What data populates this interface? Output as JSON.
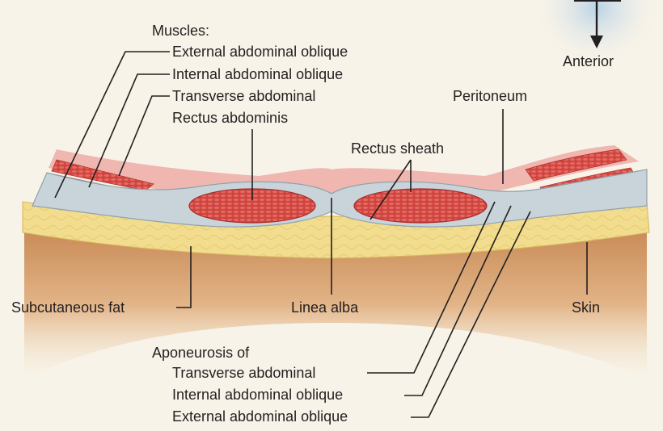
{
  "orientation": {
    "label": "Anterior",
    "arrow_icon": "arrow-down-icon"
  },
  "muscles": {
    "heading": "Muscles:",
    "items": [
      "External abdominal oblique",
      "Internal abdominal oblique",
      "Transverse abdominal",
      "Rectus abdominis"
    ]
  },
  "labels": {
    "peritoneum": "Peritoneum",
    "rectus_sheath": "Rectus sheath",
    "subcutaneous_fat": "Subcutaneous fat",
    "linea_alba": "Linea alba",
    "skin": "Skin"
  },
  "aponeurosis": {
    "heading": "Aponeurosis of",
    "items": [
      "Transverse abdominal",
      "Internal abdominal oblique",
      "External abdominal oblique"
    ]
  },
  "colors": {
    "background": "#f8f3e8",
    "skin": "#d9a06c",
    "fat": "#f0d98a",
    "muscle": "#d14a47",
    "sheath": "#b9c7cf",
    "peritoneum": "#e8a3a0"
  }
}
